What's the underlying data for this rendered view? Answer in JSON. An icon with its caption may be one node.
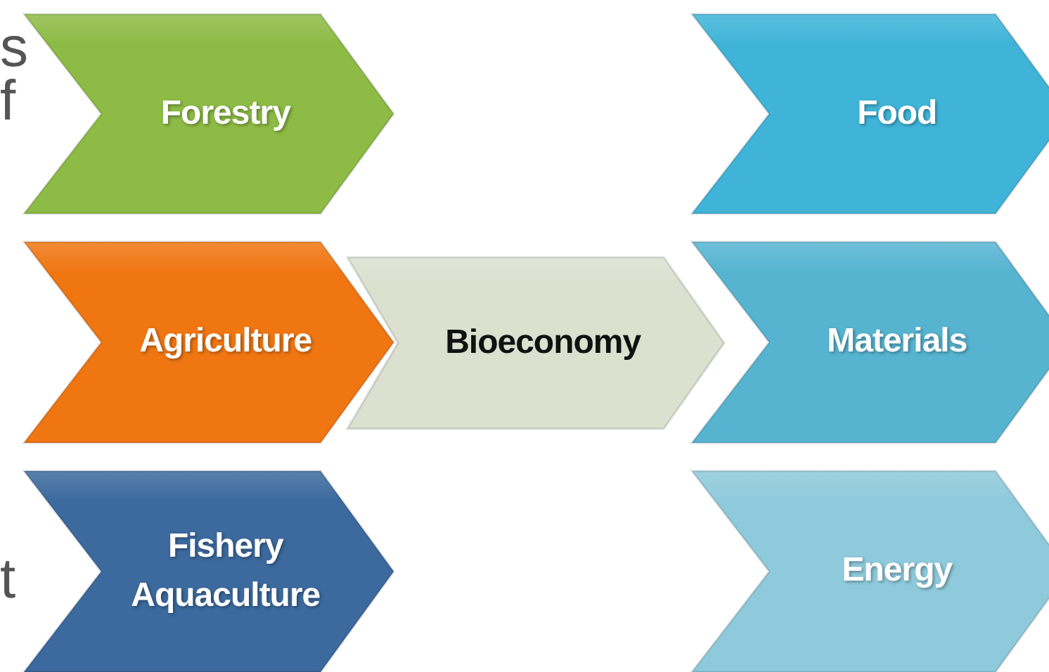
{
  "diagram": {
    "nodes": [
      {
        "text": [
          "Forestry"
        ]
      },
      {
        "text": [
          "Agriculture"
        ]
      },
      {
        "text": [
          "Fishery Aquaculture"
        ]
      },
      {
        "text": [
          "Bioeconomy"
        ]
      },
      {
        "text": [
          "Food"
        ]
      },
      {
        "text": [
          "Materials"
        ]
      },
      {
        "text": [
          "Energy"
        ]
      }
    ],
    "labels": [
      "s",
      "f",
      "t"
    ]
  }
}
